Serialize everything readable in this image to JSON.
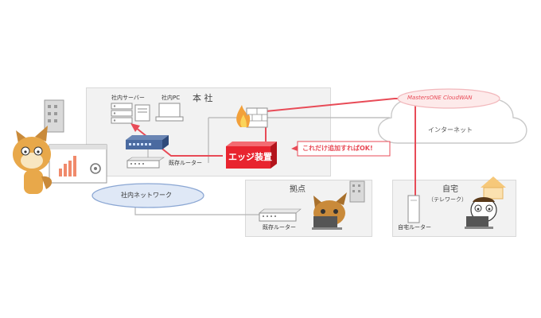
{
  "diagram": {
    "headquarters": {
      "title": "本 社",
      "server_label": "社内サーバー",
      "pc_label": "社内PC",
      "router_label": "既存ルーター"
    },
    "internal_network": {
      "label": "社内ネットワーク"
    },
    "edge_device": {
      "label": "エッジ装置",
      "callout": "これだけ追加すればOK!"
    },
    "cloud_wan": {
      "label": "MastersONE CloudWAN"
    },
    "internet": {
      "label": "インターネット"
    },
    "branch": {
      "title": "拠点",
      "router_label": "既存ルーター"
    },
    "home": {
      "title": "自宅",
      "subtitle": "（テレワーク）",
      "router_label": "自宅ルーター"
    }
  },
  "colors": {
    "accent_red": "#e84b57",
    "edge_fill": "#e8242f",
    "zone_bg": "#f2f2f2",
    "network_blue": "#dfe8f6",
    "link_gray": "#b5b5b5"
  },
  "icons": [
    "mascot-cat-icon",
    "dashboard-icon",
    "building-icon",
    "server-icon",
    "pc-icon",
    "switch-icon",
    "router-icon",
    "firewall-icon",
    "cloud-icon",
    "laptop-icon",
    "house-icon"
  ]
}
